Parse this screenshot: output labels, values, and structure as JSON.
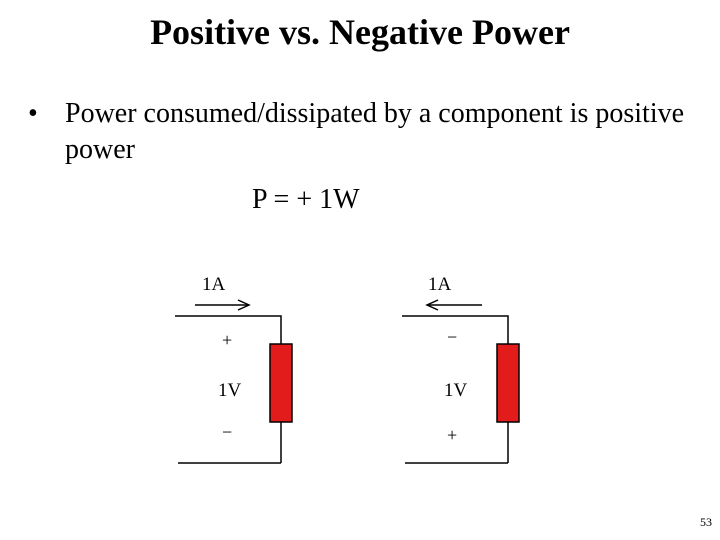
{
  "slide": {
    "title": "Positive vs. Negative Power",
    "bullet": "•",
    "bullet_text": "Power consumed/dissipated by a component is positive power",
    "formula": "P = + 1W",
    "page_number": "53"
  },
  "circuits": [
    {
      "current_label": "1A",
      "current_direction": "right",
      "top_polarity": "+",
      "voltage_label": "1V",
      "bottom_polarity": "−"
    },
    {
      "current_label": "1A",
      "current_direction": "left",
      "top_polarity": "−",
      "voltage_label": "1V",
      "bottom_polarity": "+"
    }
  ],
  "colors": {
    "resistor": "#e21b1b",
    "wire": "#000000"
  }
}
